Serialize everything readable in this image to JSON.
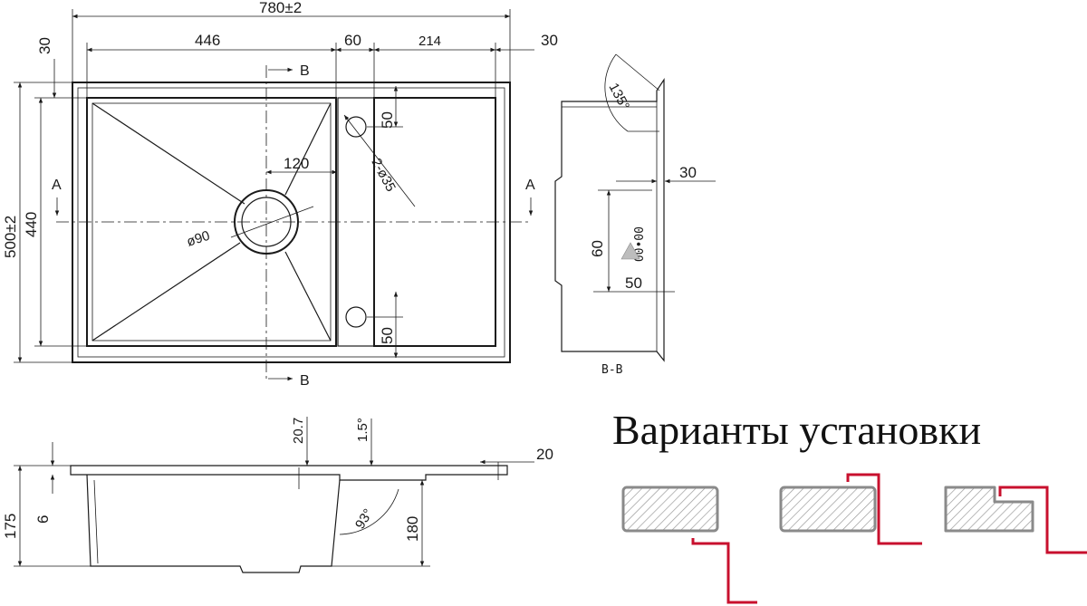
{
  "diagram": {
    "top_view": {
      "overall_width": "780±2",
      "segments": [
        "446",
        "60",
        "214"
      ],
      "left_margin": "30",
      "right_margin": "30",
      "overall_height": "500±2",
      "inner_height": "440",
      "drain_offset": "120",
      "drain_diameter": "ø90",
      "holes": "2-ø35",
      "hole_offset_top": "50",
      "hole_offset_bottom": "50",
      "section_a": "A",
      "section_b": "B"
    },
    "section_bb": {
      "angle": "135°",
      "flange": "30",
      "overflow_height": "60",
      "overflow_offset": "50",
      "overflow_text": "00•00",
      "label": "B-B"
    },
    "side_view": {
      "depth_total": "175",
      "flange_thickness": "6",
      "lip_height": "20.7",
      "slope_angle": "1.5°",
      "wall_angle": "93°",
      "depth": "180",
      "rim_offset": "20"
    },
    "installation": {
      "title": "Варианты установки",
      "accent_color": "#c8102e",
      "slab_color": "#8a8a8a"
    }
  }
}
